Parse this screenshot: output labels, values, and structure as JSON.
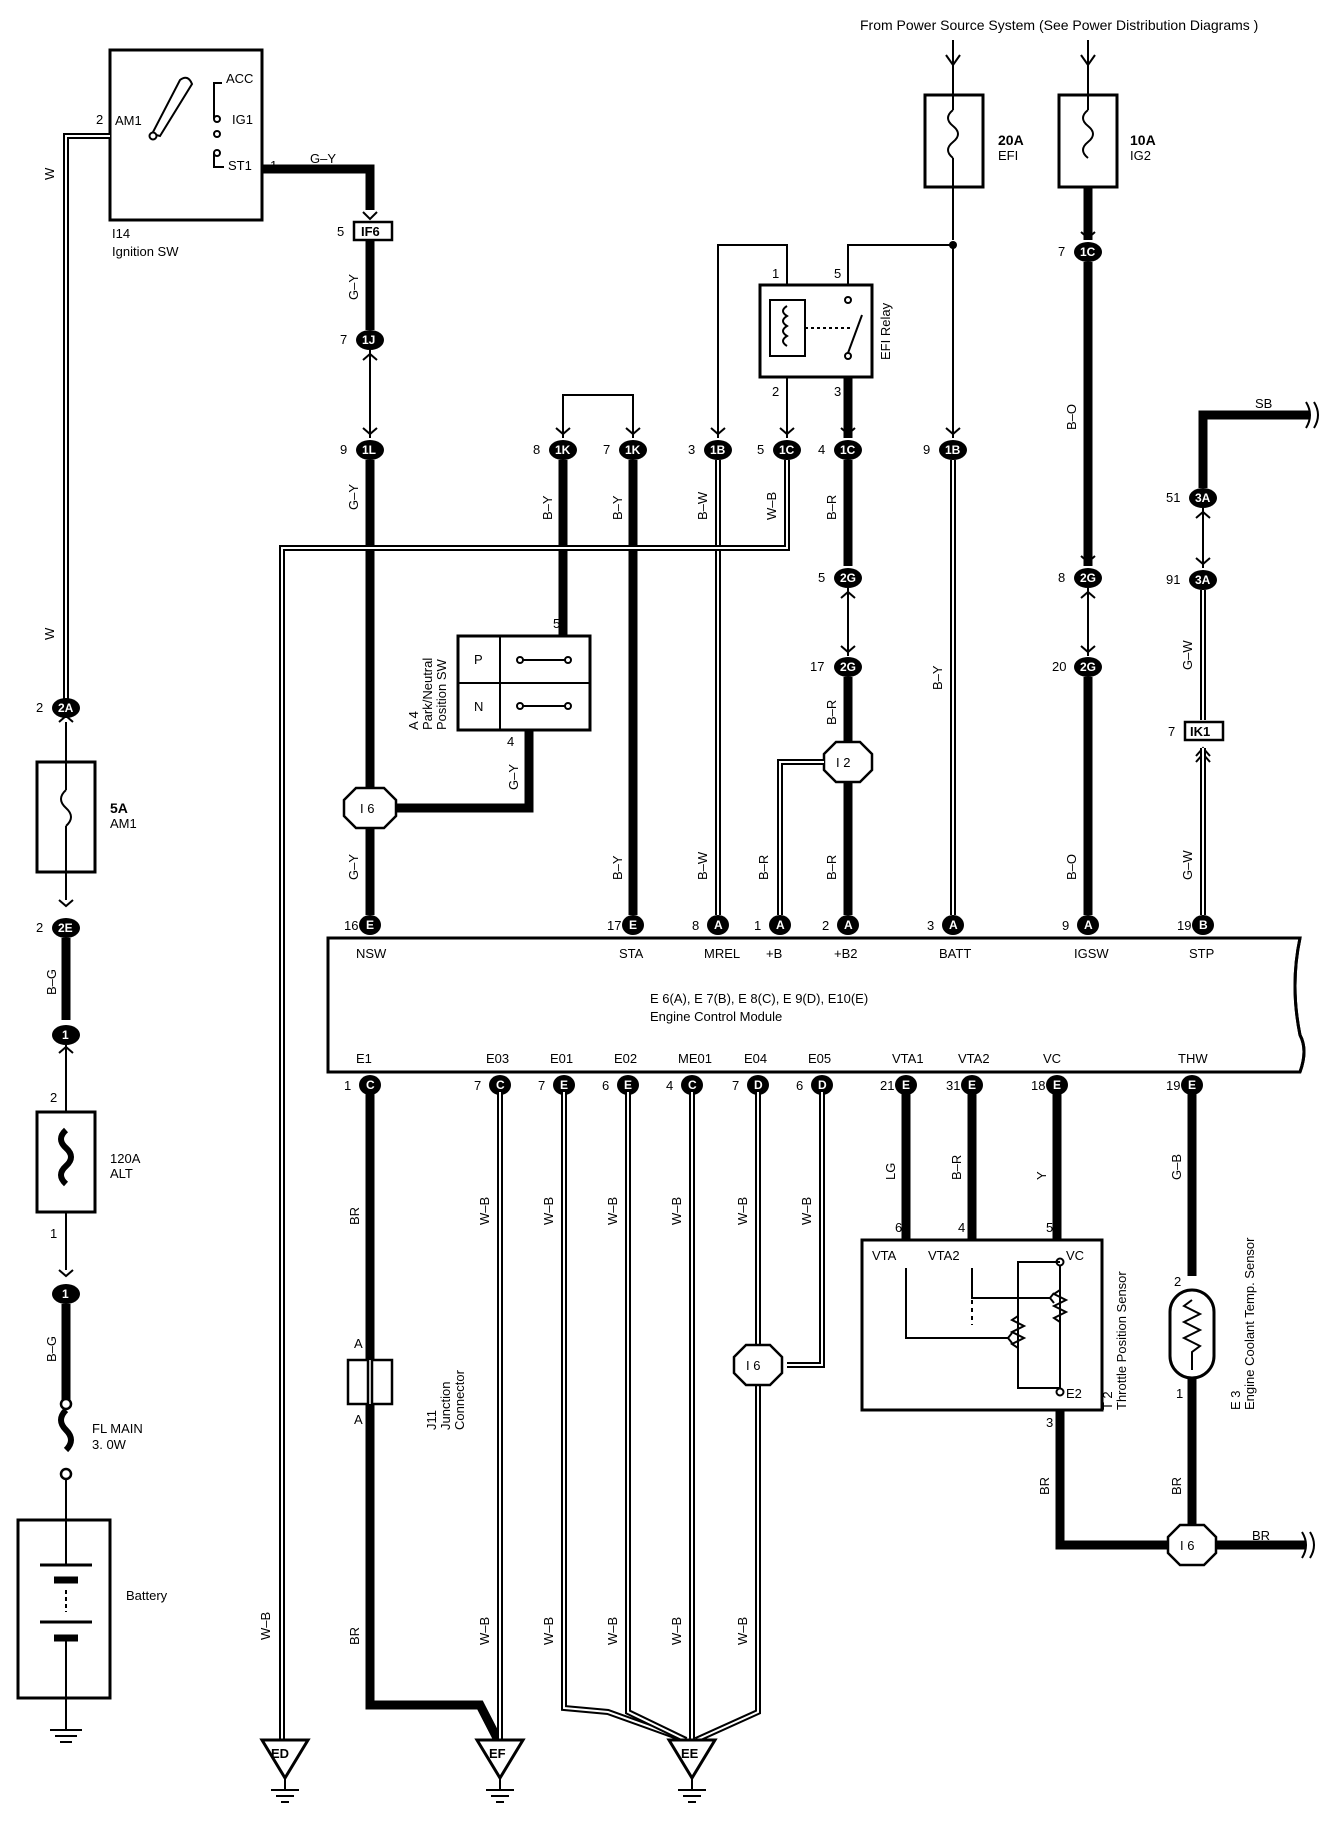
{
  "header_note": "From Power Source System (See Power Distribution Diagrams )",
  "ecm": {
    "label": "E 6(A), E 7(B), E 8(C), E 9(D), E10(E)",
    "name": "Engine Control Module",
    "top_terminals": [
      {
        "pin": "16",
        "conn": "E",
        "name": "NSW"
      },
      {
        "pin": "17",
        "conn": "E",
        "name": "STA"
      },
      {
        "pin": "8",
        "conn": "A",
        "name": "MREL"
      },
      {
        "pin": "1",
        "conn": "A",
        "name": "+B"
      },
      {
        "pin": "2",
        "conn": "A",
        "name": "+B2"
      },
      {
        "pin": "3",
        "conn": "A",
        "name": "BATT"
      },
      {
        "pin": "9",
        "conn": "A",
        "name": "IGSW"
      },
      {
        "pin": "19",
        "conn": "B",
        "name": "STP"
      }
    ],
    "bottom_terminals": [
      {
        "pin": "1",
        "conn": "C",
        "name": "E1"
      },
      {
        "pin": "7",
        "conn": "C",
        "name": "E03"
      },
      {
        "pin": "7",
        "conn": "E",
        "name": "E01"
      },
      {
        "pin": "6",
        "conn": "E",
        "name": "E02"
      },
      {
        "pin": "4",
        "conn": "C",
        "name": "ME01"
      },
      {
        "pin": "7",
        "conn": "D",
        "name": "E04"
      },
      {
        "pin": "6",
        "conn": "D",
        "name": "E05"
      },
      {
        "pin": "21",
        "conn": "E",
        "name": "VTA1"
      },
      {
        "pin": "31",
        "conn": "E",
        "name": "VTA2"
      },
      {
        "pin": "18",
        "conn": "E",
        "name": "VC"
      },
      {
        "pin": "19",
        "conn": "E",
        "name": "THW"
      }
    ]
  },
  "components": {
    "ignition_sw": {
      "id": "I14",
      "name": "Ignition SW",
      "terms": [
        "AM1",
        "ACC",
        "IG1",
        "ST1"
      ],
      "pin_am1": "2",
      "pin_st1": "1"
    },
    "efi_relay": {
      "name": "EFI Relay",
      "pins": [
        "1",
        "5",
        "2",
        "3"
      ]
    },
    "fuse_efi": {
      "rating": "20A",
      "name": "EFI"
    },
    "fuse_ig2": {
      "rating": "10A",
      "name": "IG2"
    },
    "fuse_am1": {
      "rating": "5A",
      "name": "AM1"
    },
    "fuse_alt": {
      "rating": "120A",
      "name": "ALT",
      "pin_top": "2",
      "pin_bottom": "1"
    },
    "fl_main": {
      "name": "FL MAIN",
      "spec": "3. 0W"
    },
    "battery": {
      "name": "Battery"
    },
    "pn_sw": {
      "id": "A 4",
      "line1": "Park/Neutral",
      "line2": "Position SW",
      "p": "P",
      "n": "N",
      "pin_top": "5",
      "pin_bottom": "4"
    },
    "junction": {
      "id": "J11",
      "line1": "Junction",
      "line2": "Connector",
      "a": "A"
    },
    "tps": {
      "id": "T 2",
      "name": "Throttle Position Sensor",
      "terms": [
        "VTA",
        "VTA2",
        "VC",
        "E2"
      ],
      "pins": [
        "6",
        "4",
        "5",
        "3"
      ]
    },
    "ects": {
      "id": "E 3",
      "name": "Engine Coolant Temp.  Sensor",
      "pins": [
        "2",
        "1"
      ]
    }
  },
  "connectors": {
    "if6": "IF6",
    "1j": "1J",
    "1l": "1L",
    "1k": "1K",
    "1b": "1B",
    "1c": "1C",
    "2g": "2G",
    "3a": "3A",
    "ik1": "IK1",
    "2a": "2A",
    "2e": "2E",
    "one": "1"
  },
  "junctions": {
    "i6": "I 6",
    "i2": "I 2"
  },
  "grounds": [
    "ED",
    "EF",
    "EE"
  ],
  "wire_colors": {
    "w": "W",
    "gy": "G–Y",
    "by": "B–Y",
    "bw": "B–W",
    "wb": "W–B",
    "br": "B–R",
    "bo": "B–O",
    "sb": "SB",
    "gw": "G–W",
    "bg": "B–G",
    "brn": "BR",
    "lg": "LG",
    "y": "Y",
    "gb": "G–B"
  },
  "pin_numbers": {
    "p5": "5",
    "p7": "7",
    "p9": "9",
    "p8": "8",
    "p3": "3",
    "p4": "4",
    "p51": "51",
    "p91": "91",
    "p17": "17",
    "p20": "20",
    "p2": "2",
    "p1": "1"
  }
}
